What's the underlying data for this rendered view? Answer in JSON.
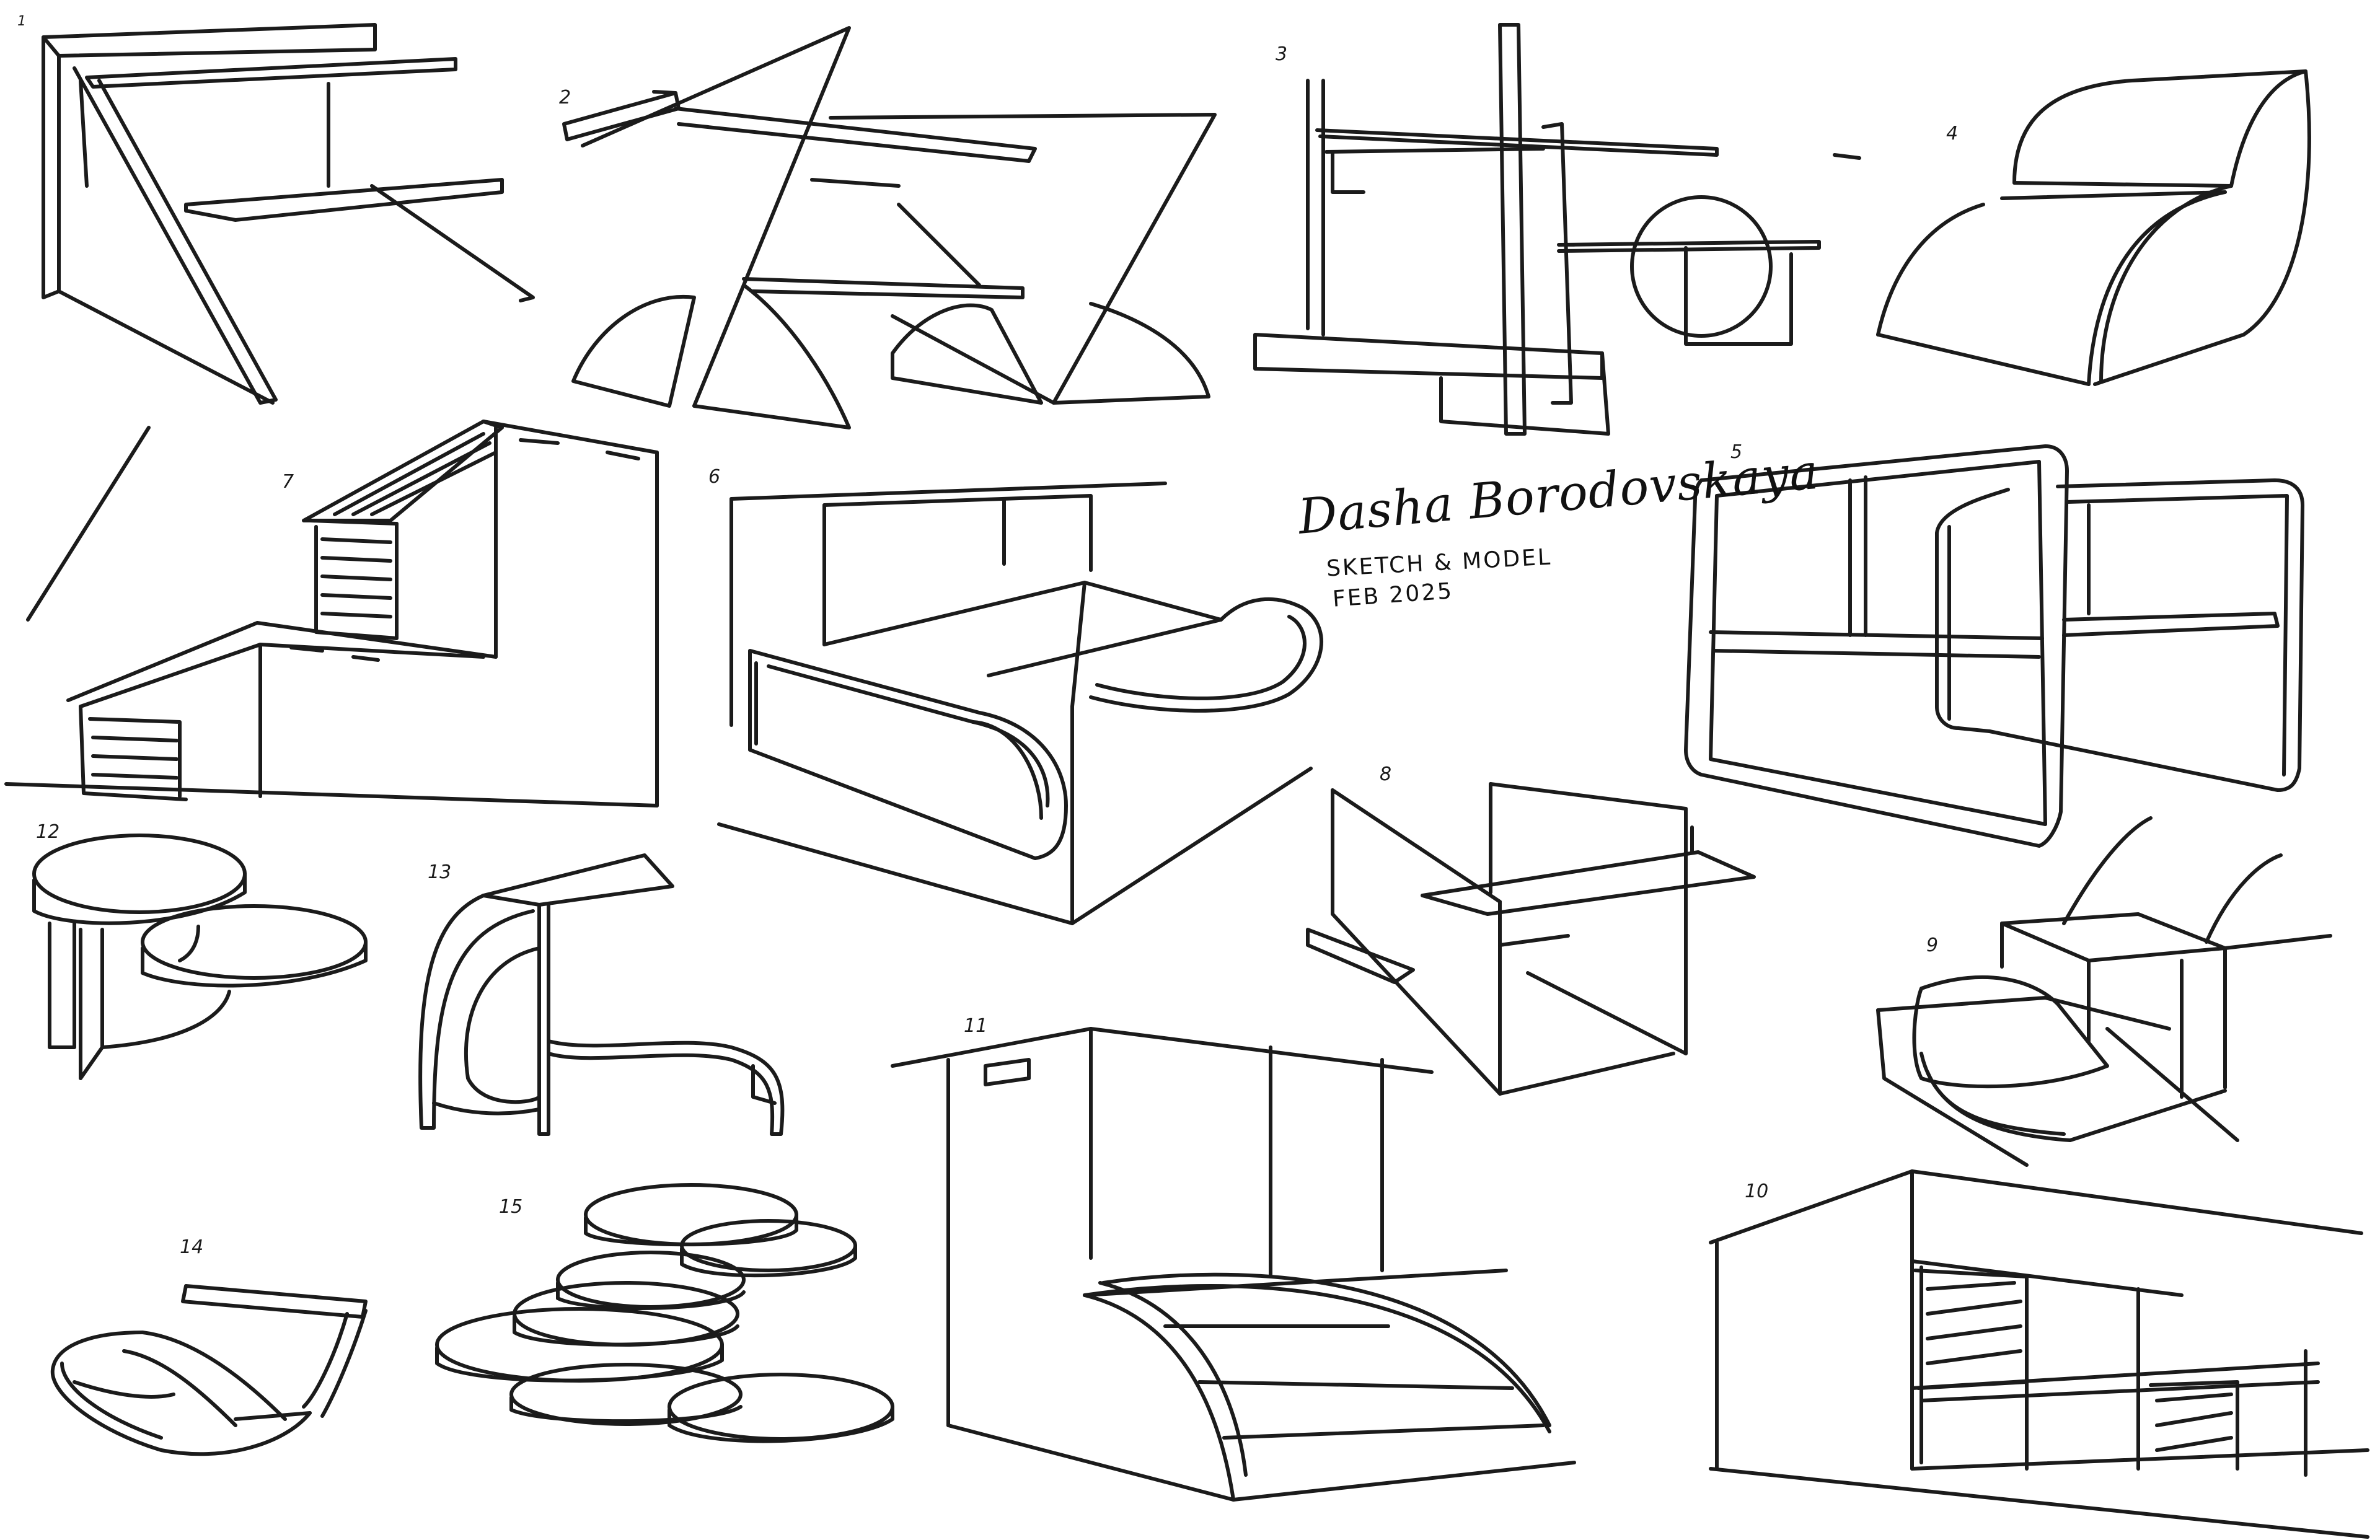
{
  "signature": {
    "name": "Dasha Borodovskaya",
    "line1": "SKETCH & MODEL",
    "line2": "FEB 2025"
  },
  "sketch_labels": [
    "1",
    "2",
    "3",
    "4",
    "5",
    "6",
    "7",
    "8",
    "9",
    "10",
    "11",
    "12",
    "13",
    "14",
    "15"
  ],
  "colors": {
    "ink": "#1b1b1b",
    "paper": "#ffffff"
  }
}
